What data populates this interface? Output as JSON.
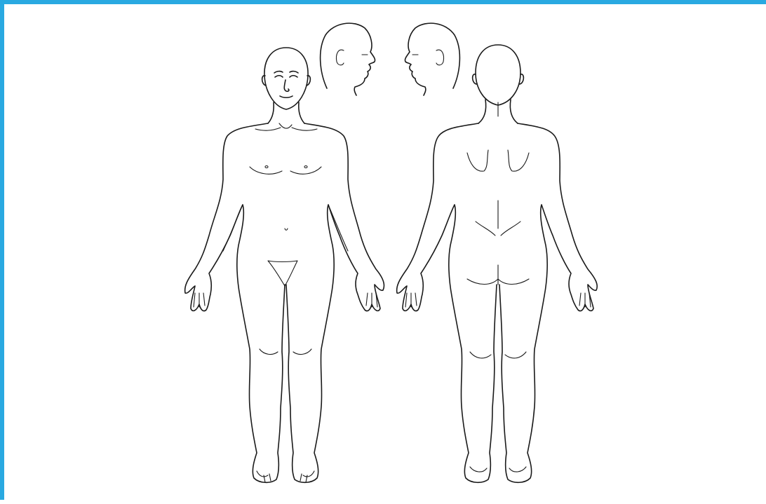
{
  "frame": {
    "border_color": "#29a9e1",
    "background": "#ffffff"
  },
  "figures": [
    {
      "name": "anterior-body-view"
    },
    {
      "name": "posterior-body-view"
    },
    {
      "name": "right-head-profile"
    },
    {
      "name": "left-head-profile"
    }
  ],
  "line_color": "#1a1a1a"
}
